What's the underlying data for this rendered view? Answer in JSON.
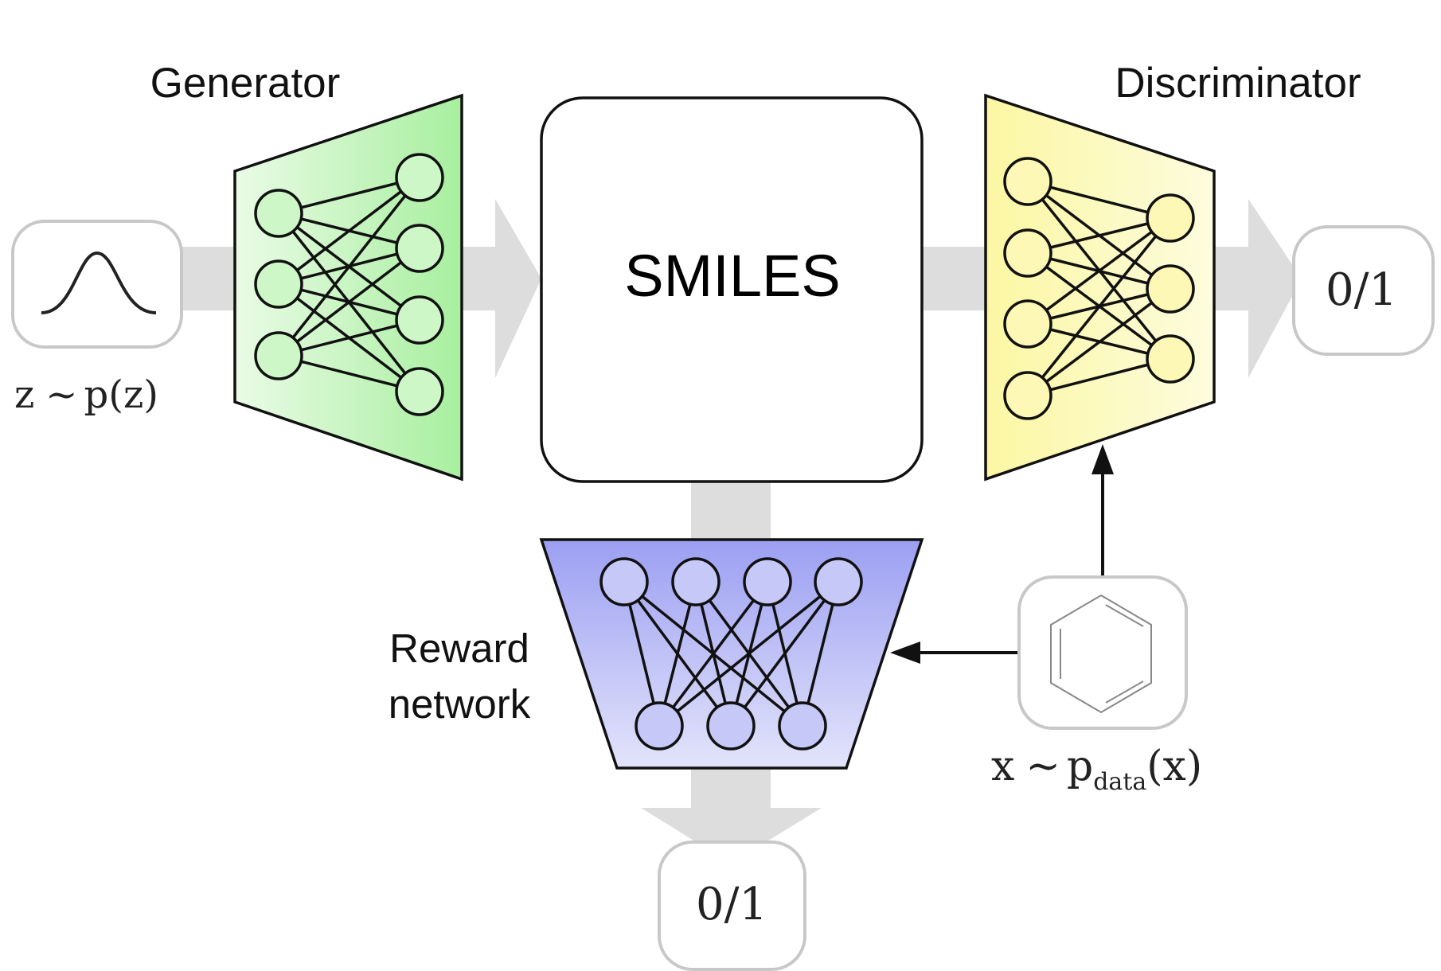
{
  "labels": {
    "generator": "Generator",
    "discriminator": "Discriminator",
    "smiles": "SMILES",
    "reward_line1": "Reward",
    "reward_line2": "network",
    "noise_var": "z",
    "noise_tilde": "~",
    "noise_dist": "p(z)",
    "data_var": "x",
    "data_tilde": "~",
    "data_p": "p",
    "data_sub": "data",
    "data_arg": "(x)",
    "disc_output": "0/1",
    "reward_output": "0/1"
  },
  "colors": {
    "generator_fill": "#a8ef9f",
    "discriminator_fill": "#fbf7a3",
    "reward_fill": "#9c9ff2",
    "flow_arrow": "#dddddd",
    "stroke": "#111111",
    "rounded_box_border": "#c8c8c8"
  },
  "icons": {
    "noise_box": "gaussian-curve-icon",
    "data_box": "benzene-ring-icon"
  }
}
